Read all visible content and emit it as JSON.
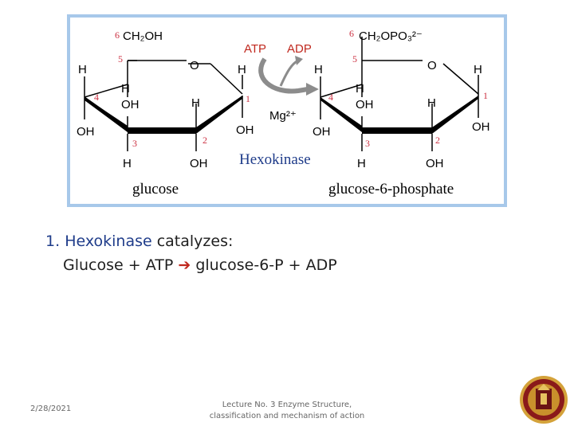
{
  "diagram": {
    "glucose": {
      "c6_number": "6",
      "ch2oh": "CH₂OH",
      "c5_number": "5",
      "ring_o": "O",
      "h_left": "H",
      "c4_number": "4",
      "oh_left": "OH",
      "h_c5": "H",
      "oh_c4": "OH",
      "h_right_c2": "H",
      "c3_number": "3",
      "c2_number": "2",
      "h_bottom_c3": "H",
      "oh_bottom_c2": "OH",
      "h_top_c1": "H",
      "c1_number": "1",
      "oh_c1": "OH"
    },
    "reaction": {
      "atp": "ATP",
      "adp": "ADP",
      "mg": "Mg²⁺",
      "enzyme": "Hexokinase"
    },
    "g6p": {
      "c6_number": "6",
      "ch2opo3": "CH₂OPO₃²⁻",
      "c5_number": "5",
      "ring_o": "O",
      "h_left": "H",
      "c4_number": "4",
      "oh_left": "OH",
      "h_c5": "H",
      "oh_c4": "OH",
      "h_right_c2": "H",
      "c3_number": "3",
      "c2_number": "2",
      "h_bottom_c3": "H",
      "oh_bottom_c2": "OH",
      "h_top_c1": "H",
      "c1_number": "1",
      "oh_c1": "OH"
    },
    "label_glucose": "glucose",
    "label_g6p": "glucose-6-phosphate"
  },
  "text": {
    "number": "1.",
    "enzyme": "Hexokinase",
    "catalyzes": "catalyzes:",
    "lhs": "Glucose + ATP",
    "arrow": "➔",
    "rhs": "glucose-6-P + ADP"
  },
  "footer": {
    "date": "2/28/2021",
    "title_line1": "Lecture No. 3 Enzyme Structure,",
    "title_line2": "classification and mechanism of action"
  },
  "colors": {
    "frame": "#a7c8ea",
    "arrow_gray": "#8c8c8c",
    "enzyme_text": "#1f3c8a",
    "accent_red": "#c0281e",
    "number_red": "#cc3344"
  }
}
